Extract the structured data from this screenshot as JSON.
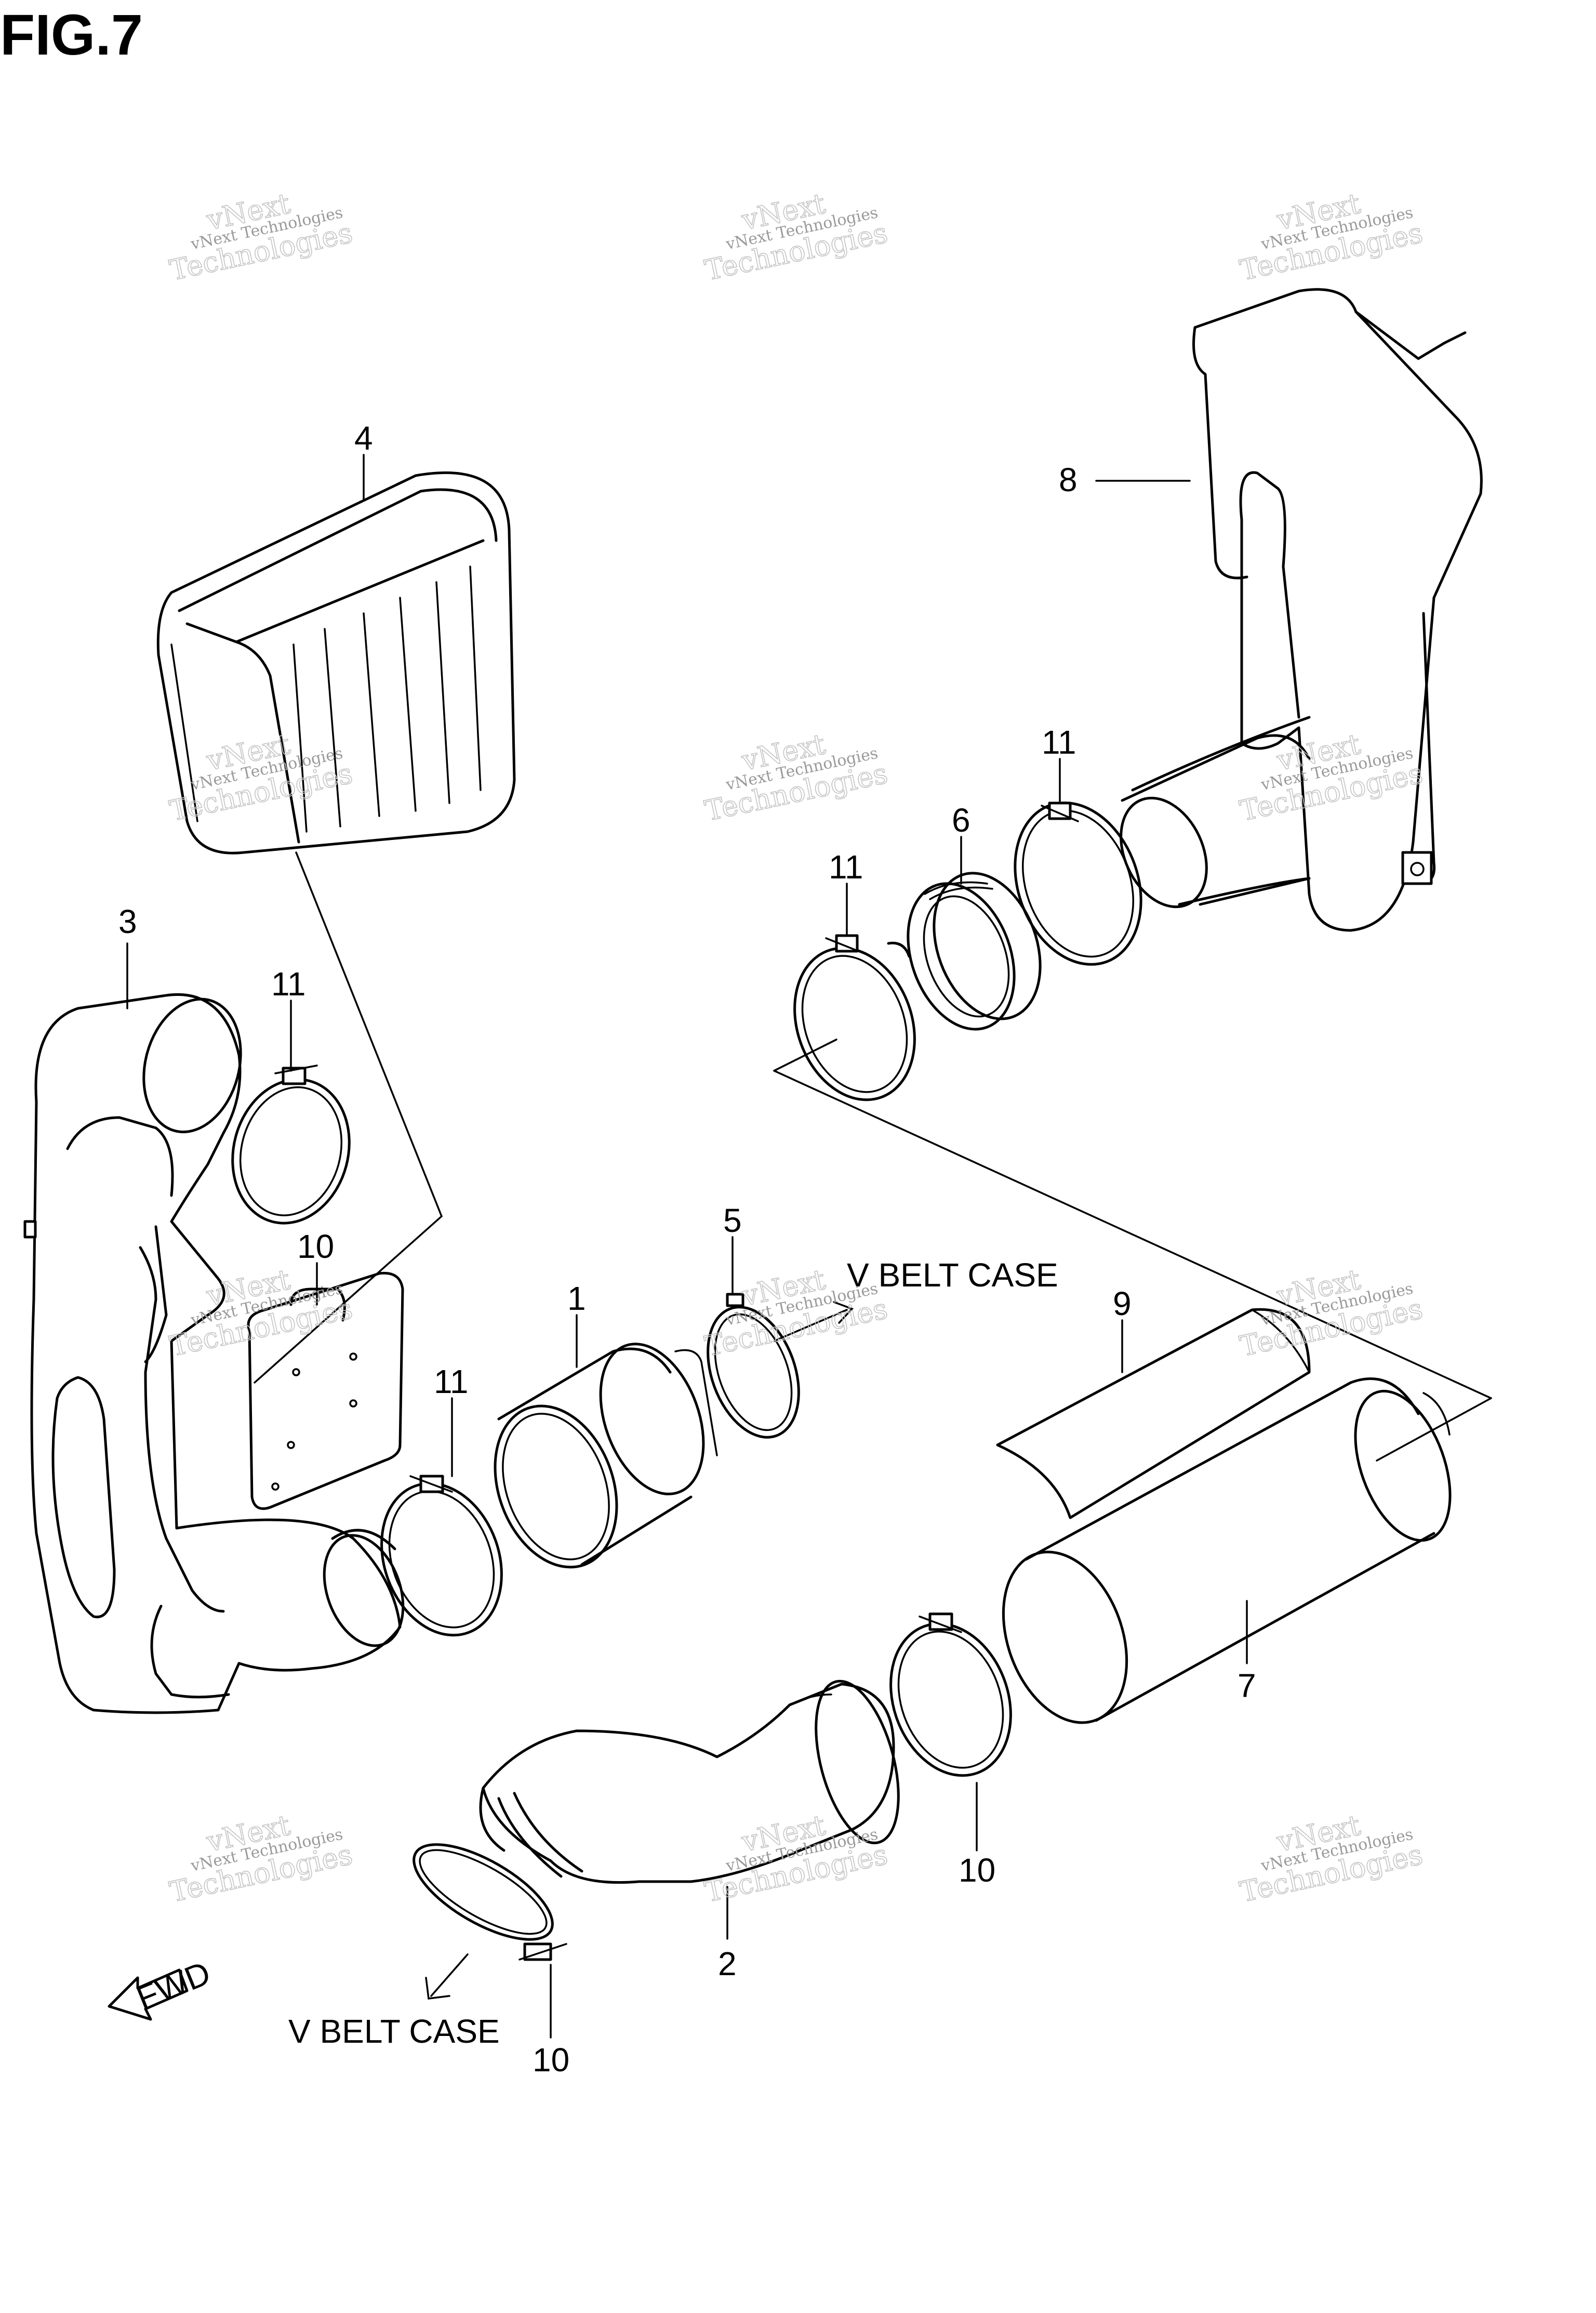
{
  "figure": {
    "title": "FIG.7"
  },
  "parts": [
    {
      "id": "1",
      "label": "1"
    },
    {
      "id": "2",
      "label": "2"
    },
    {
      "id": "3",
      "label": "3"
    },
    {
      "id": "4",
      "label": "4"
    },
    {
      "id": "5",
      "label": "5"
    },
    {
      "id": "6",
      "label": "6"
    },
    {
      "id": "7",
      "label": "7"
    },
    {
      "id": "8",
      "label": "8"
    },
    {
      "id": "9",
      "label": "9"
    },
    {
      "id": "10a",
      "label": "10"
    },
    {
      "id": "10b",
      "label": "10"
    },
    {
      "id": "10c",
      "label": "10"
    },
    {
      "id": "11a",
      "label": "11"
    },
    {
      "id": "11b",
      "label": "11"
    },
    {
      "id": "11c",
      "label": "11"
    },
    {
      "id": "11d",
      "label": "11"
    }
  ],
  "annotations": {
    "vbelt_case_upper": "V BELT CASE",
    "vbelt_case_lower": "V BELT CASE",
    "fwd": "FWD"
  },
  "watermark": {
    "line1": "vNext Technologies",
    "line2": "Technologies",
    "line3": "vNext"
  }
}
